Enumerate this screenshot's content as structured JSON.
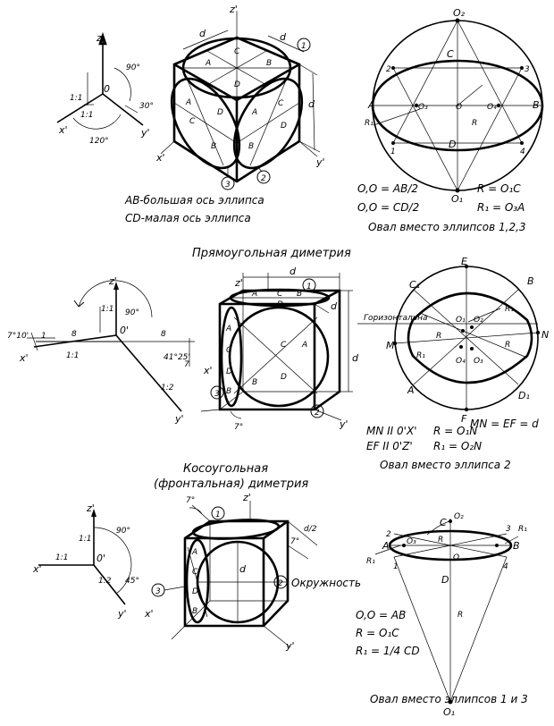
{
  "headings": {
    "dimetric": "Прямоугольная диметрия",
    "oblique_1": "Косоугольная",
    "oblique_2": "(фронтальная) диметрия"
  },
  "iso": {
    "axes": {
      "z": "z'",
      "x": "x'",
      "y": "y'",
      "o": "0"
    },
    "scale_1": "1:1",
    "scale_2": "1:1",
    "angle_90": "90°",
    "angle_30": "30°",
    "angle_120": "120°",
    "cube": {
      "d_top": "d",
      "d_right": "d",
      "d_side": "d",
      "z": "z'",
      "x": "x'",
      "y": "y'",
      "c1": "1",
      "c2": "2",
      "c3": "3",
      "A1": "A",
      "C1": "C",
      "B1": "B",
      "D1": "D",
      "A2": "A",
      "C2": "C",
      "D2": "D",
      "B2": "B",
      "A3": "A",
      "C3": "C",
      "D3": "D",
      "B3": "B"
    },
    "caption_1": "AB-большая ось эллипса",
    "caption_2": "CD-малая ось эллипса",
    "oval": {
      "O2": "O₂",
      "C": "C",
      "n2": "2",
      "n3": "3",
      "A": "A",
      "O3": "O₃",
      "O": "O",
      "O4": "O₄",
      "B": "B",
      "R1": "R₁",
      "R": "R",
      "n1": "1",
      "n4": "4",
      "D": "D",
      "O1": "O₁"
    },
    "formula_1": "O,O = AB/2",
    "formula_2": "O,O = CD/2",
    "formula_3": "R = O₁C",
    "formula_4": "R₁ = O₃A",
    "oval_caption": "Овал вместо эллипсов 1,2,3"
  },
  "dim": {
    "axes": {
      "z": "z'",
      "x": "x'",
      "y": "y'",
      "o": "0'"
    },
    "angle_7": "7°10'",
    "angle_41": "41°25'",
    "angle_90": "90°",
    "eight_left": "8",
    "eight_right": "8",
    "one_left": "1",
    "seven": "7",
    "scale_z": "1:1",
    "scale_x": "1:1",
    "scale_y": "1:2",
    "cube": {
      "d_top": "d",
      "d_right": "d",
      "d_side": "d",
      "z": "z'",
      "x": "x'",
      "y": "y'",
      "c1": "1",
      "c2": "2",
      "c3": "3",
      "angle": "7°",
      "A1": "A",
      "C1": "C",
      "B1": "B",
      "D1": "D",
      "A2": "A",
      "C2": "C",
      "D2": "D",
      "B2": "B",
      "A3": "A",
      "C3": "C",
      "D3": "D",
      "B3": "B"
    },
    "oval": {
      "E": "E",
      "B": "B",
      "C1": "C₁",
      "horiz": "Горизонтальна",
      "O1": "O₁",
      "O2": "O₂",
      "R1a": "R₁",
      "M": "M",
      "R_a": "R",
      "N": "N",
      "R_b": "R",
      "R1b": "R₁",
      "O4": "O₄",
      "O3": "O₃",
      "A": "A",
      "F": "F",
      "D1": "D₁"
    },
    "formula_1": "MN = EF = d",
    "formula_2": "MN II 0'X'",
    "formula_3": "R = O₁N",
    "formula_4": "EF II 0'Z'",
    "formula_5": "R₁ = O₂N",
    "oval_caption": "Овал вместо эллипса 2"
  },
  "obl": {
    "axes": {
      "z": "z'",
      "x": "x'",
      "y": "y'",
      "o": "0'"
    },
    "scale_z": "1:1",
    "scale_x": "1:1",
    "scale_y": "1:2",
    "angle_90": "90°",
    "angle_45": "45°",
    "cube": {
      "angle_top": "7°",
      "angle_right": "7°",
      "d2": "d/2",
      "d": "d",
      "z": "z'",
      "x": "x'",
      "y": "y'",
      "c1": "1",
      "c2": "2",
      "c3": "3",
      "circle_label": "Окружность",
      "A": "A",
      "C": "C",
      "D": "D",
      "B": "B"
    },
    "oval": {
      "C": "C",
      "O2": "O₂",
      "n3": "3",
      "R1a": "R₁",
      "n2": "2",
      "A": "A",
      "O3": "O₃",
      "R": "R",
      "B": "B",
      "R1b": "R₁",
      "n1": "1",
      "O": "O",
      "n4": "4",
      "D": "D",
      "R2": "R",
      "O1": "O₁"
    },
    "formula_1": "O,O = AB",
    "formula_2": "R = O₁C",
    "formula_3": "R₁ = 1/4 CD",
    "oval_caption": "Овал вместо эллипсов 1 и 3"
  }
}
